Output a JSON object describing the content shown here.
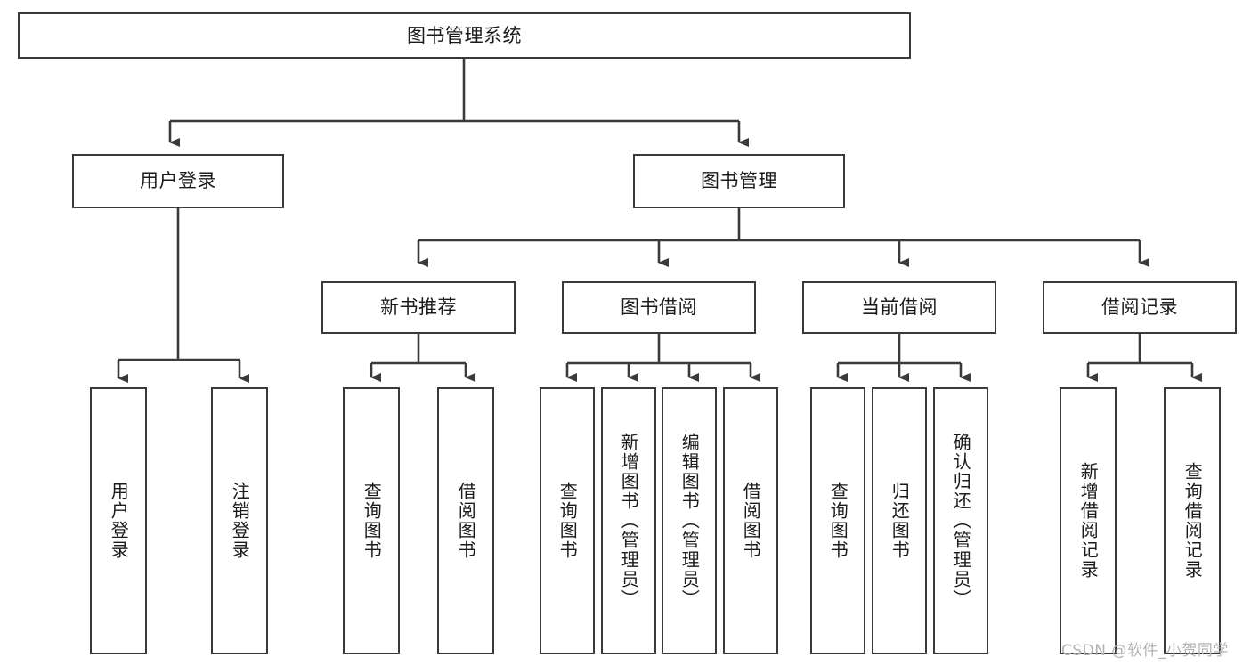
{
  "diagram": {
    "title": "图书管理系统",
    "watermark": "CSDN @软件_小贺同学",
    "colors": {
      "stroke": "#3a3a3a",
      "text": "#1b1b1b",
      "background": "#ffffff",
      "watermark": "#b3b3b3"
    },
    "nodes": {
      "root": {
        "label": "图书管理系统"
      },
      "level1": [
        {
          "id": "user-login",
          "label": "用户登录"
        },
        {
          "id": "book-manage",
          "label": "图书管理"
        }
      ],
      "level2": [
        {
          "id": "new-book-recommend",
          "label": "新书推荐"
        },
        {
          "id": "book-borrow",
          "label": "图书借阅"
        },
        {
          "id": "current-borrow",
          "label": "当前借阅"
        },
        {
          "id": "borrow-record",
          "label": "借阅记录"
        }
      ],
      "leaves": {
        "user_login": [
          {
            "id": "leaf-user-login",
            "label": "用户登录"
          },
          {
            "id": "leaf-logout-login",
            "label": "注销登录"
          }
        ],
        "new_book_recommend": [
          {
            "id": "leaf-query-book-1",
            "label": "查询图书"
          },
          {
            "id": "leaf-borrow-book-1",
            "label": "借阅图书"
          }
        ],
        "book_borrow": [
          {
            "id": "leaf-query-book-2",
            "label": "查询图书"
          },
          {
            "id": "leaf-add-book",
            "label": "新增图书（管理员）"
          },
          {
            "id": "leaf-edit-book",
            "label": "编辑图书（管理员）"
          },
          {
            "id": "leaf-borrow-book-2",
            "label": "借阅图书"
          }
        ],
        "current_borrow": [
          {
            "id": "leaf-query-book-3",
            "label": "查询图书"
          },
          {
            "id": "leaf-return-book",
            "label": "归还图书"
          },
          {
            "id": "leaf-confirm-return",
            "label": "确认归还（管理员）"
          }
        ],
        "borrow_record": [
          {
            "id": "leaf-add-record",
            "label": "新增借阅记录"
          },
          {
            "id": "leaf-query-record",
            "label": "查询借阅记录"
          }
        ]
      }
    }
  }
}
